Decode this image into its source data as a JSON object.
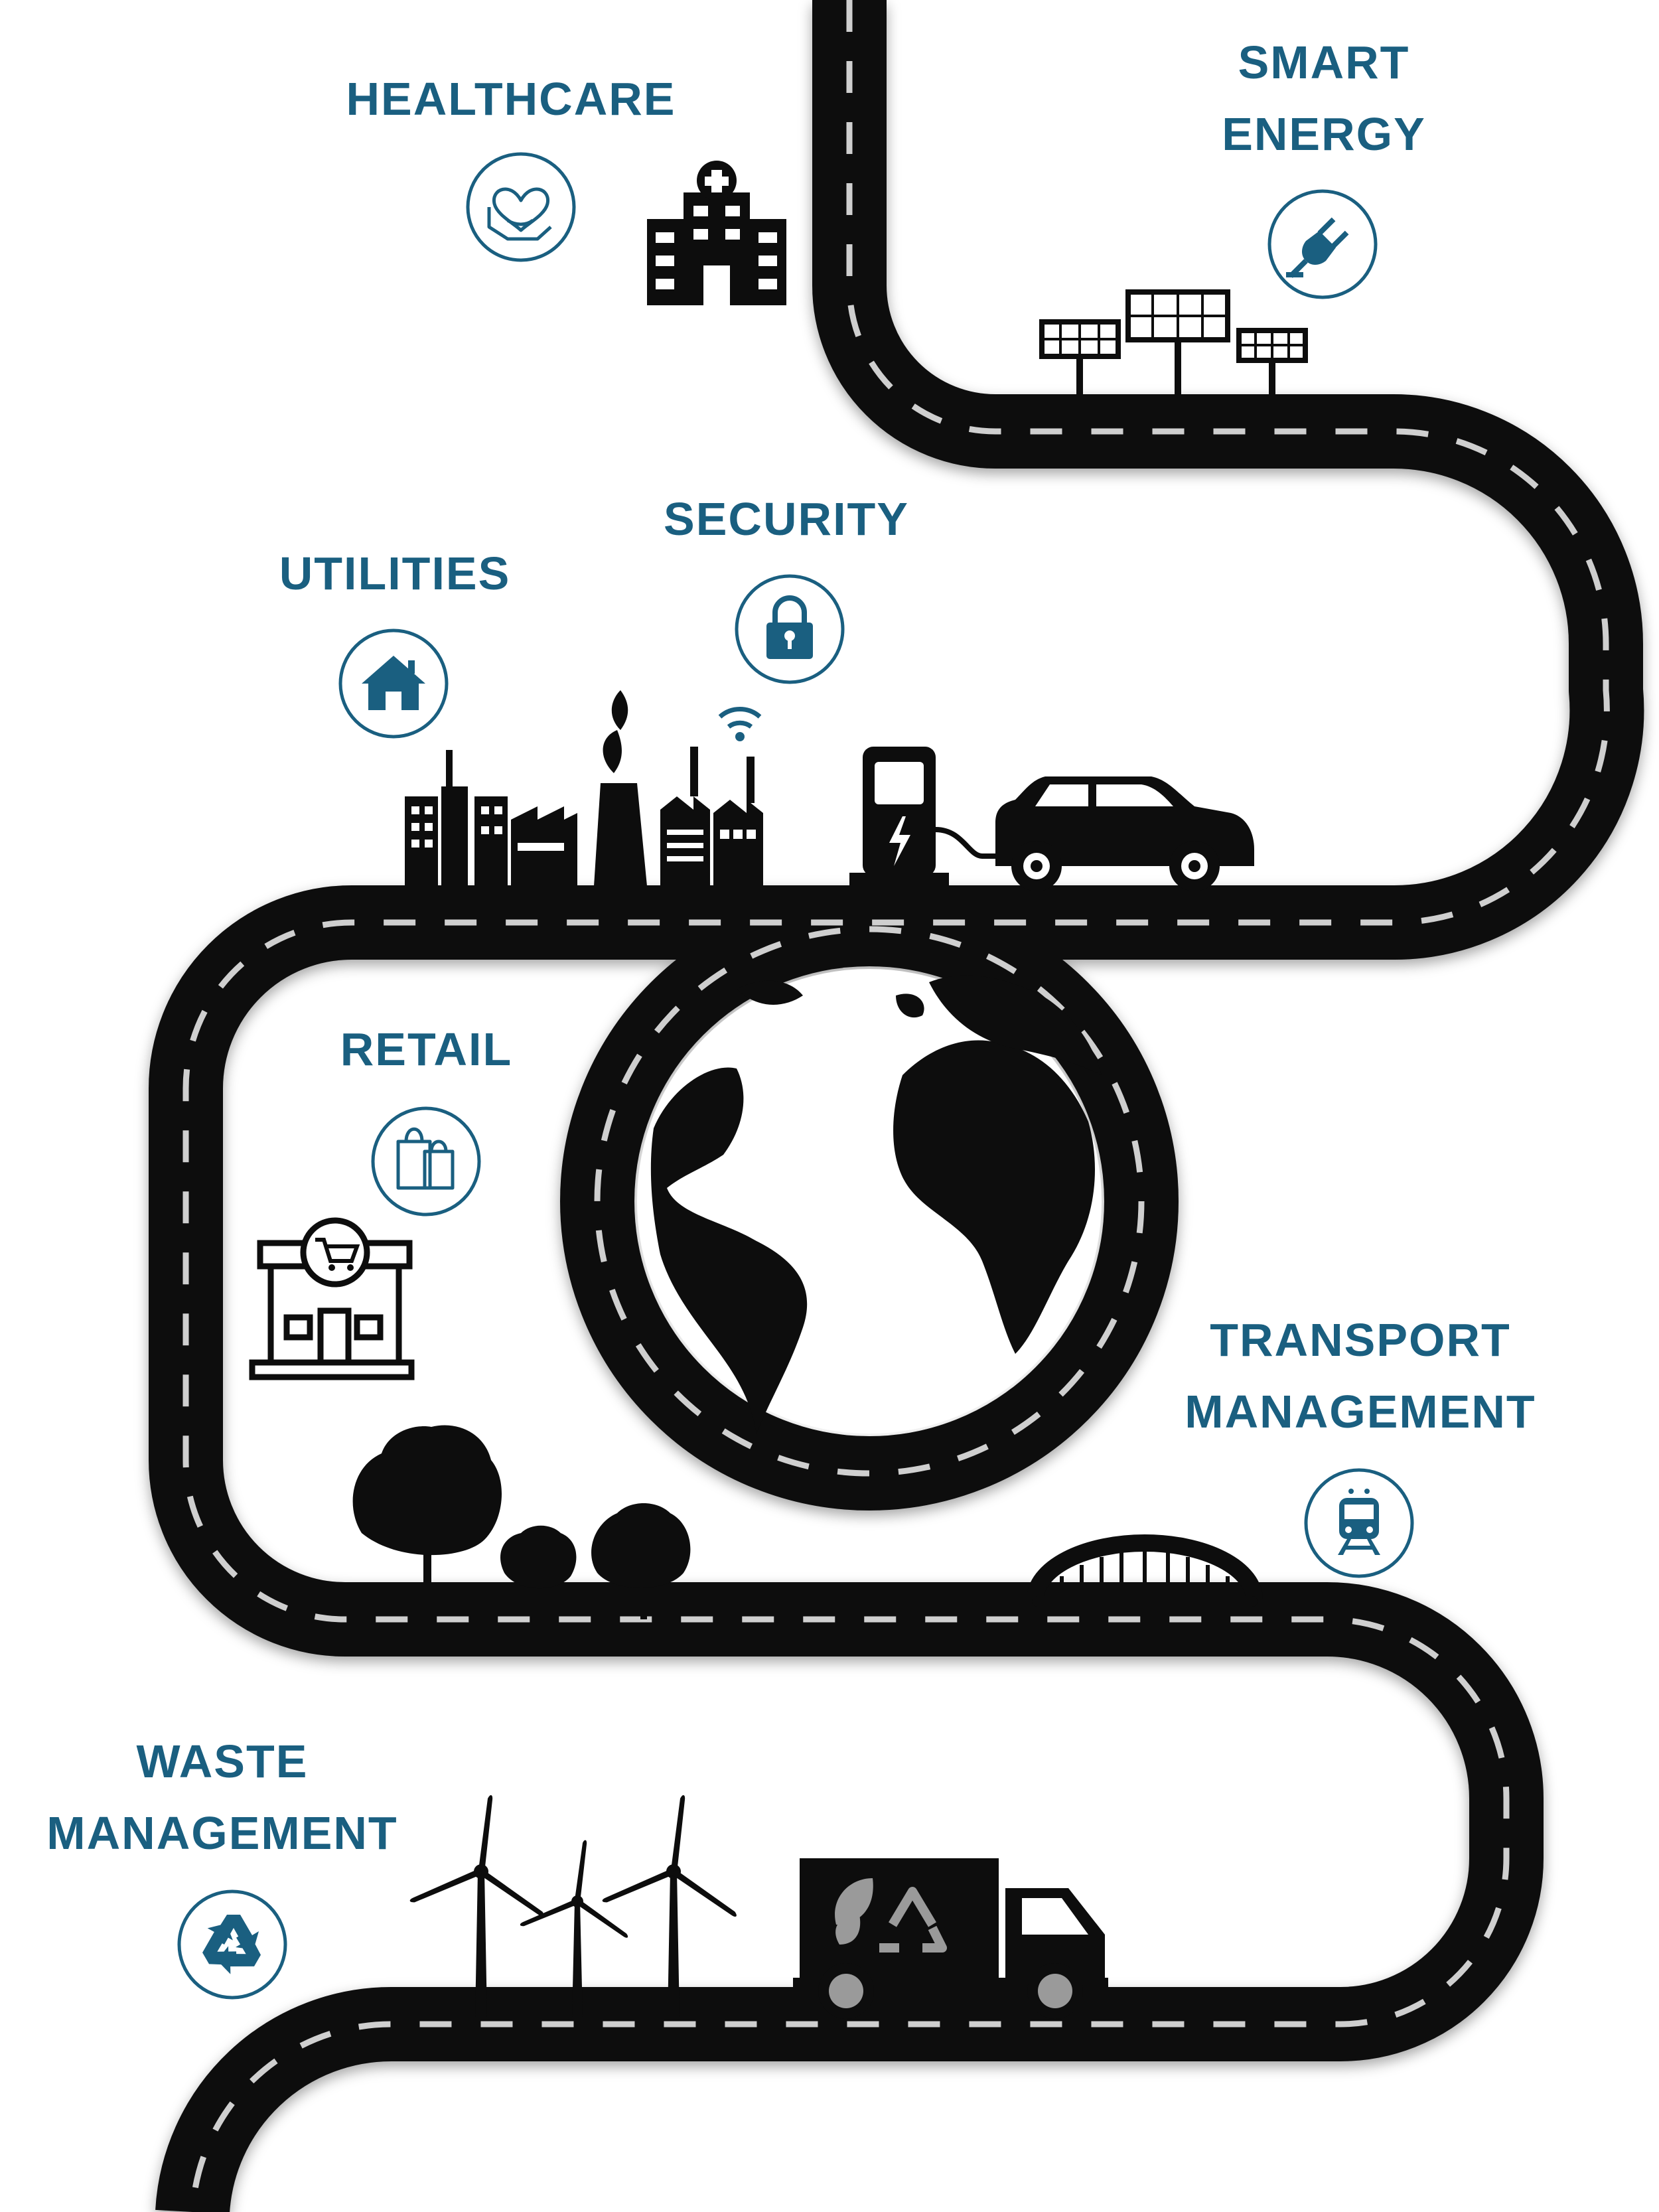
{
  "sectors": {
    "healthcare": {
      "lines": [
        "HEALTHCARE"
      ],
      "icon": "heart-in-hand-icon"
    },
    "smart_energy": {
      "lines": [
        "SMART",
        "ENERGY"
      ],
      "icon": "electric-plug-icon"
    },
    "security": {
      "lines": [
        "SECURITY"
      ],
      "icon": "padlock-icon"
    },
    "utilities": {
      "lines": [
        "UTILITIES"
      ],
      "icon": "house-icon"
    },
    "retail": {
      "lines": [
        "RETAIL"
      ],
      "icon": "shopping-bags-icon"
    },
    "transport_management": {
      "lines": [
        "TRANSPORT",
        "MANAGEMENT"
      ],
      "icon": "train-icon"
    },
    "waste_management": {
      "lines": [
        "WASTE",
        "MANAGEMENT"
      ],
      "icon": "recycle-icon"
    }
  },
  "colors": {
    "accent": "#1a5f80",
    "road": "#0d0d0d",
    "lane": "#cfcfcf",
    "background": "#ffffff"
  }
}
